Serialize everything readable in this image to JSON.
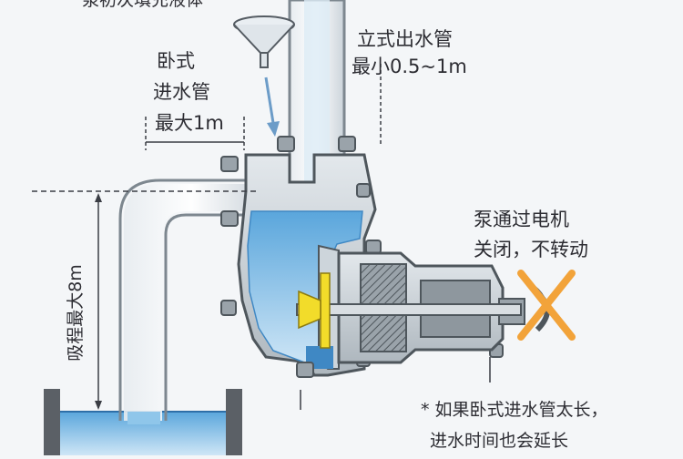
{
  "labels": {
    "fill_note": "泵初次填充液体",
    "outlet_line1": "立式出水管",
    "outlet_line2": "最小0.5~1m",
    "inlet_line1": "卧式",
    "inlet_line2": "进水管",
    "inlet_line3": "最大1m",
    "suction": "吸程最大8m",
    "motor_line1": "泵通过电机",
    "motor_line2": "关闭，不转动",
    "note_line1": "* 如果卧式进水管太长，",
    "note_line2": "进水时间也会延长"
  },
  "colors": {
    "water": "#8fc6ea",
    "water_dark": "#3f88c4",
    "metal": "#cfd6dc",
    "metal_dark": "#7d878f",
    "impeller": "#f2dc2a",
    "cross": "#f2a33a",
    "line": "#3a3d44"
  }
}
